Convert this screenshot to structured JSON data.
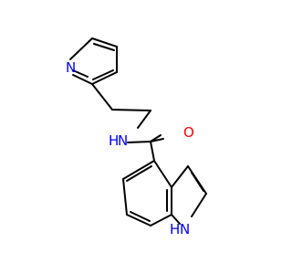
{
  "diagram": {
    "type": "chemical-structure",
    "colors": {
      "bond": "#000000",
      "nitrogen": "#0000ff",
      "oxygen": "#ff0000",
      "background": "#ffffff"
    },
    "atoms": {
      "pyridine_n": {
        "label": "N",
        "element": "N"
      },
      "amide_n": {
        "label": "N",
        "element": "N"
      },
      "amide_h": {
        "label": "H",
        "element": "H"
      },
      "carbonyl_o": {
        "label": "O",
        "element": "O"
      },
      "indole_n": {
        "label": "N",
        "element": "N"
      },
      "indole_h": {
        "label": "H",
        "element": "H"
      }
    }
  }
}
